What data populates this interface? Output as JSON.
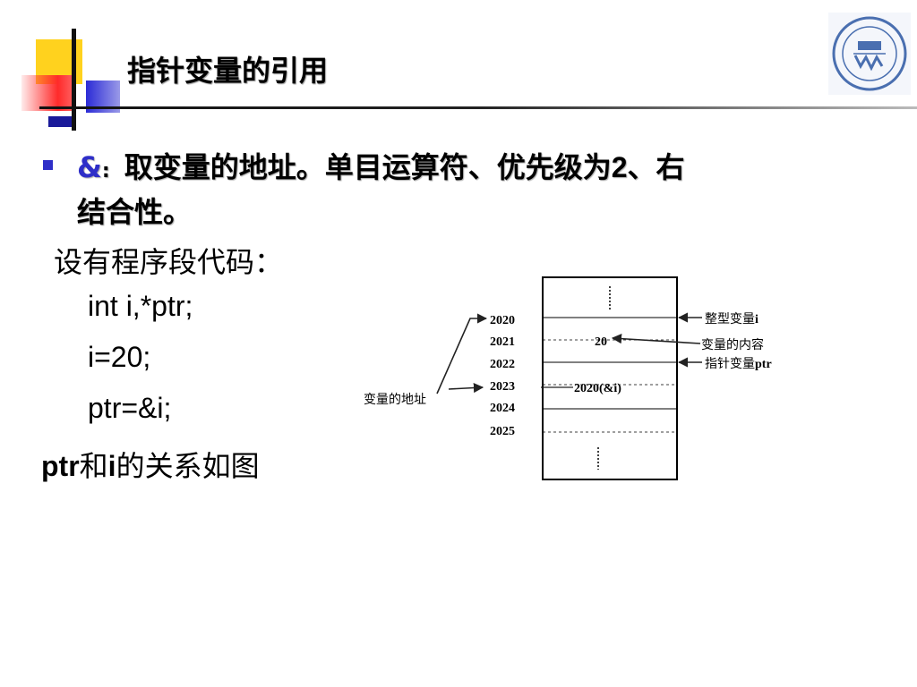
{
  "title": "指针变量的引用",
  "bullet": {
    "symbol": "&",
    "symbol_colon": ":",
    "text_line1": "取变量的地址。单目运算符、优先级为",
    "number": "2",
    "text_line1_end": "、右",
    "text_line2": "结合性。"
  },
  "intro": "设有程序段代码：",
  "code": [
    "int i,*ptr;",
    "i=20;",
    "ptr=&i;"
  ],
  "relation": {
    "ptr": "ptr",
    "he": "和",
    "i": "i",
    "rest": "的关系如图"
  },
  "diagram": {
    "addresses": [
      "2020",
      "2021",
      "2022",
      "2023",
      "2024",
      "2025"
    ],
    "cell_value_i": "20",
    "cell_value_ptr": "2020(&i)",
    "label_int_var": "整型变量",
    "label_int_var_name": "i",
    "label_content": "变量的内容",
    "label_ptr_var": "指针变量",
    "label_ptr_var_name": "ptr",
    "label_address": "变量的地址"
  },
  "colors": {
    "accent_blue": "#2e2ec8",
    "yellow": "#ffd21e",
    "red": "#ff2a2a",
    "logo_blue": "#4a6fb0"
  }
}
